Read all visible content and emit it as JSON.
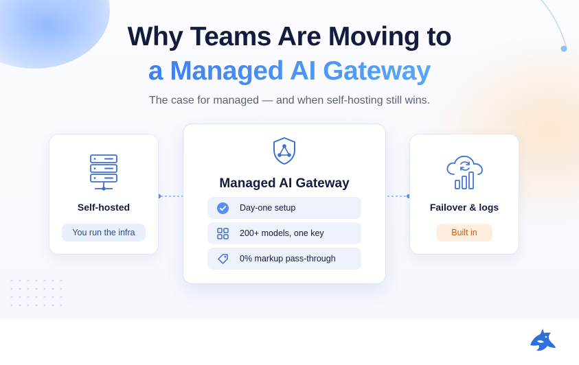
{
  "heading": {
    "line1": "Why Teams Are Moving to",
    "line2": "a Managed AI Gateway"
  },
  "subtitle": "The case for managed — and when self-hosting still wins.",
  "cards": {
    "left": {
      "icon": "server-rack-icon",
      "title": "Self-hosted",
      "badge": "You run the infra"
    },
    "center": {
      "icon": "shield-network-icon",
      "title": "Managed AI Gateway",
      "features": [
        {
          "icon": "check-circle-icon",
          "label": "Day-one setup"
        },
        {
          "icon": "grid-icon",
          "label": "200+ models, one key"
        },
        {
          "icon": "tag-icon",
          "label": "0% markup pass-through"
        }
      ]
    },
    "right": {
      "icon": "cloud-sync-chart-icon",
      "title": "Failover & logs",
      "badge": "Built in"
    }
  },
  "colors": {
    "heading_dark": "#141b3c",
    "accent_blue": "#3f7fef",
    "badge_orange": "#c0621d",
    "badge_blue_bg": "#eaf0fb"
  },
  "brand_logo": "orca-logo"
}
